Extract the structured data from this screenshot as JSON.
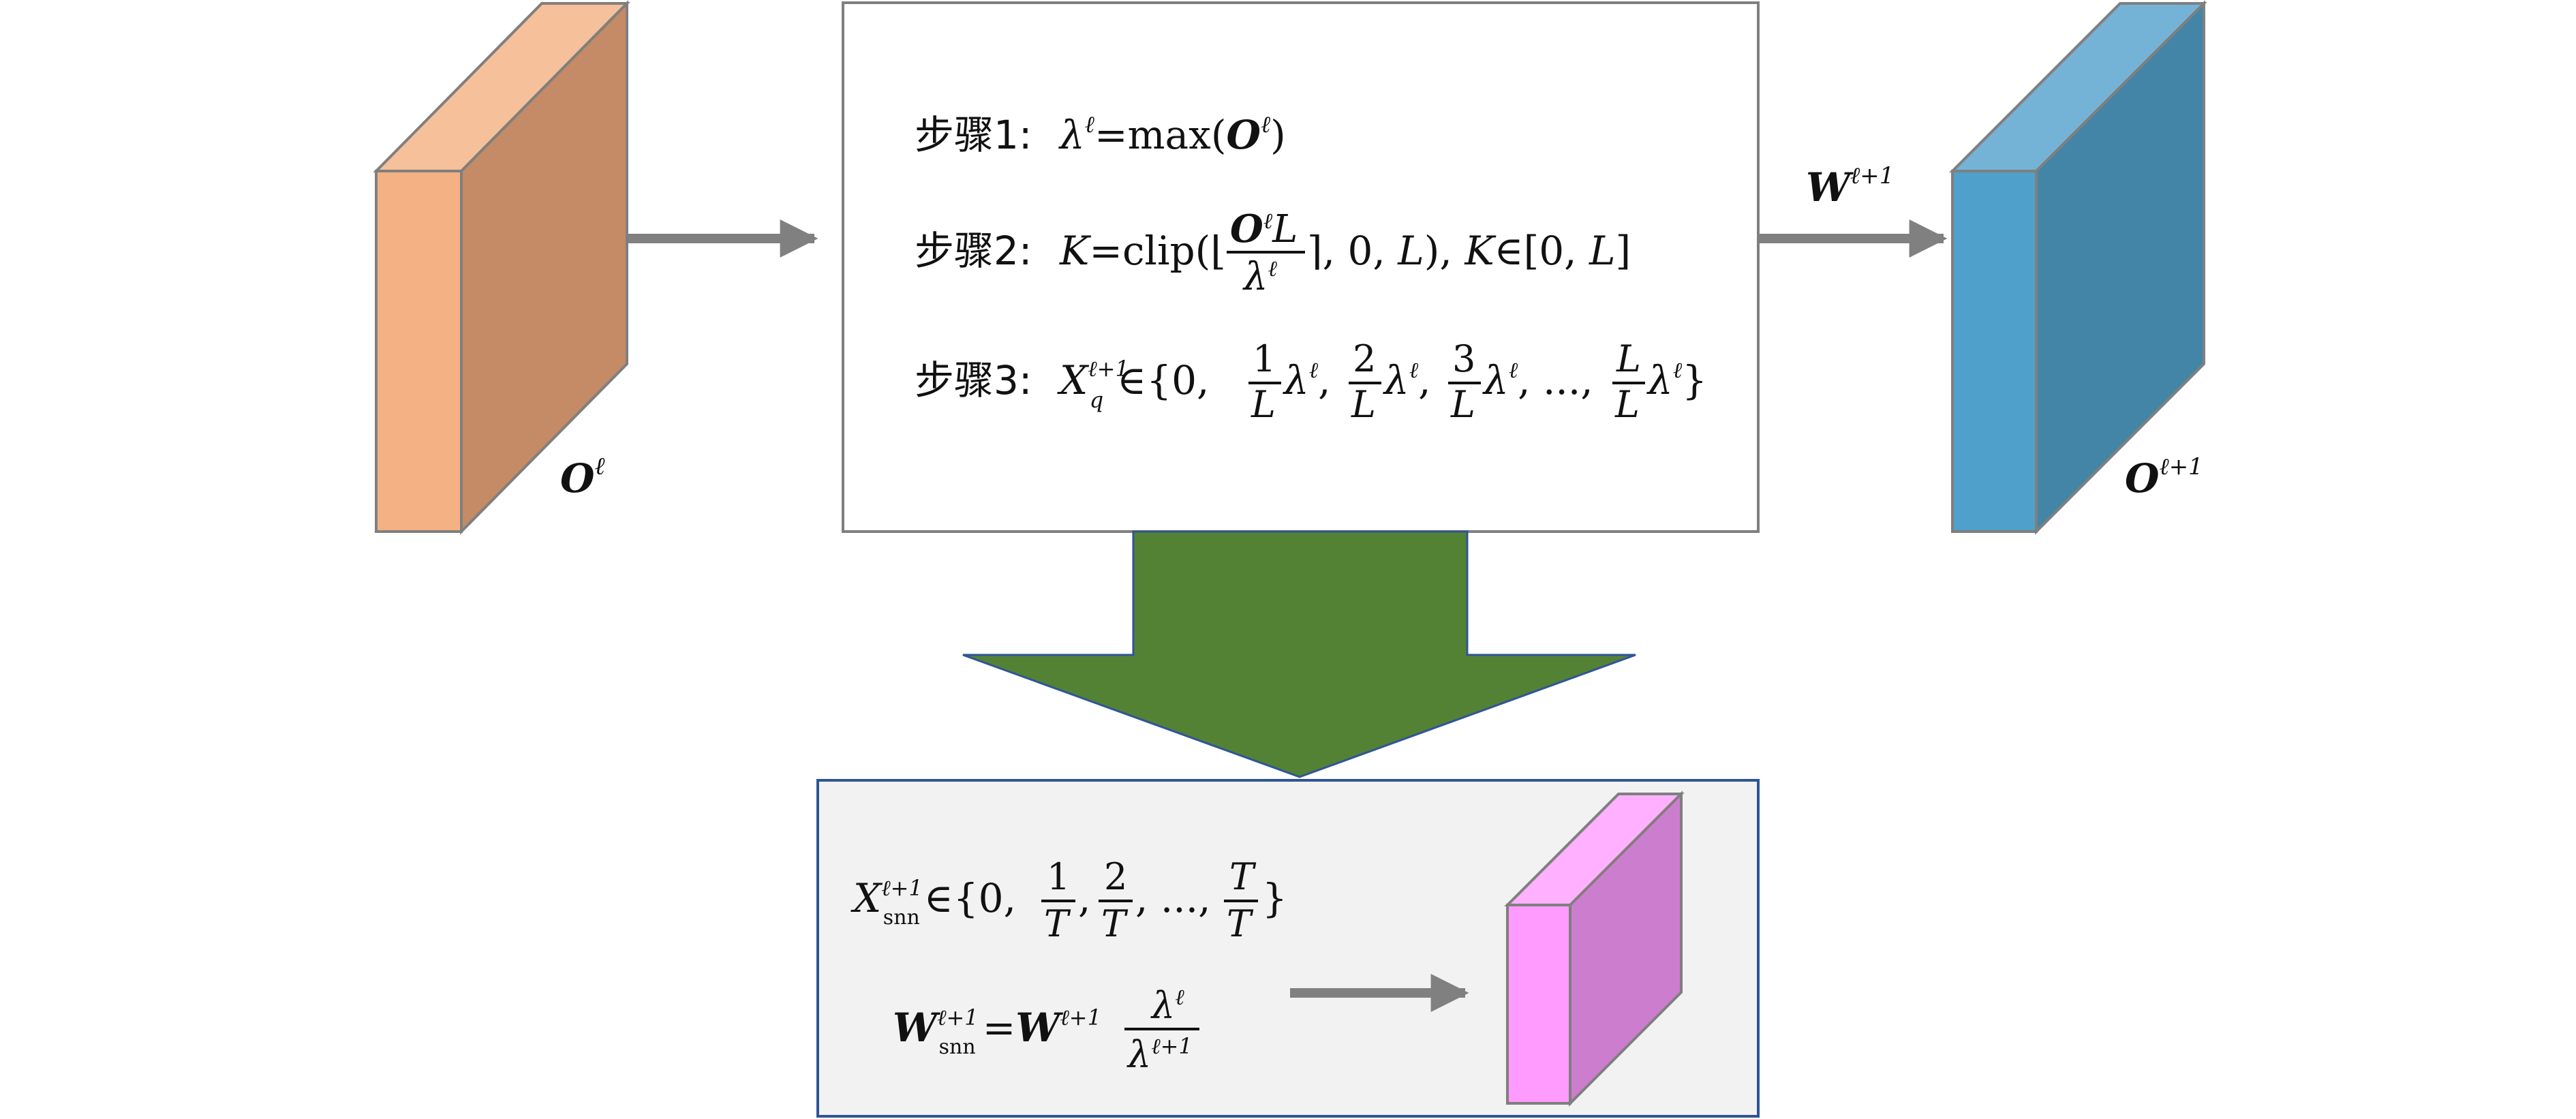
{
  "colors": {
    "orange_front": "#F4B183",
    "orange_side": "#C48B66",
    "orange_top": "#F5C09A",
    "blue_front": "#4FA1CB",
    "blue_side": "#4385A7",
    "blue_top": "#74B3D6",
    "pink_front": "#FF9BFF",
    "pink_side": "#CD7DCD",
    "pink_top": "#FFB0FF",
    "green_arrow": "#548235",
    "gray_arrow": "#808080",
    "box_border": "#7F7F7F",
    "bottom_border": "#2F5597",
    "bottom_fill": "#F2F2F2"
  },
  "left_block": {
    "label": "O",
    "sup": "ℓ"
  },
  "right_block": {
    "label": "O",
    "sup": "ℓ+1"
  },
  "arrow_right_label": {
    "text": "W",
    "sup": "ℓ+1"
  },
  "steps": [
    {
      "prefix": "步骤1:",
      "formula": "λ^ℓ = max(O^ℓ)"
    },
    {
      "prefix": "步骤2:",
      "formula": "K = clip(⌊O^ℓ L / λ^ℓ⌉, 0, L), K ∈ [0, L]"
    },
    {
      "prefix": "步骤3:",
      "formula": "X_q^(ℓ+1) ∈ {0, 1/L λ^ℓ, 2/L λ^ℓ, 3/L λ^ℓ, ..., L/L λ^ℓ}"
    }
  ],
  "bottom_formulas": [
    {
      "formula": "X_snn^(ℓ+1) ∈ {0, 1/T, 2/T, ..., T/T}"
    },
    {
      "formula": "W_snn^(ℓ+1) = W^(ℓ+1) λ^ℓ / λ^(ℓ+1)"
    }
  ]
}
